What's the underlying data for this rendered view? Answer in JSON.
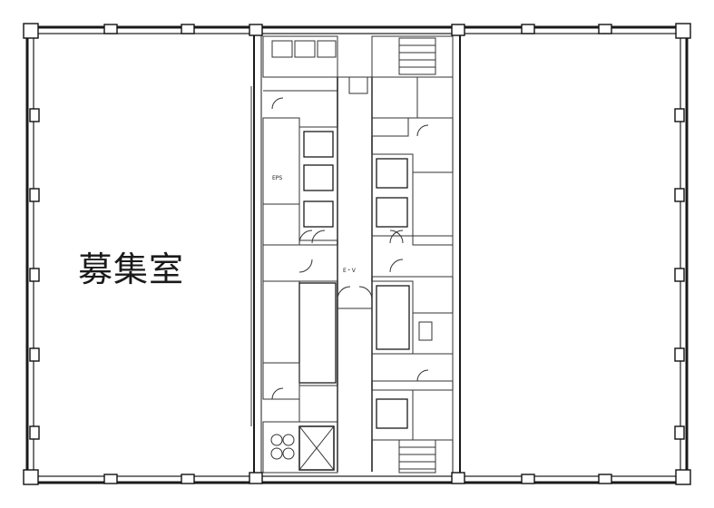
{
  "vacancy_label": "募集室",
  "small_labels": {
    "eps": "EPS",
    "elevator": "E・V"
  }
}
